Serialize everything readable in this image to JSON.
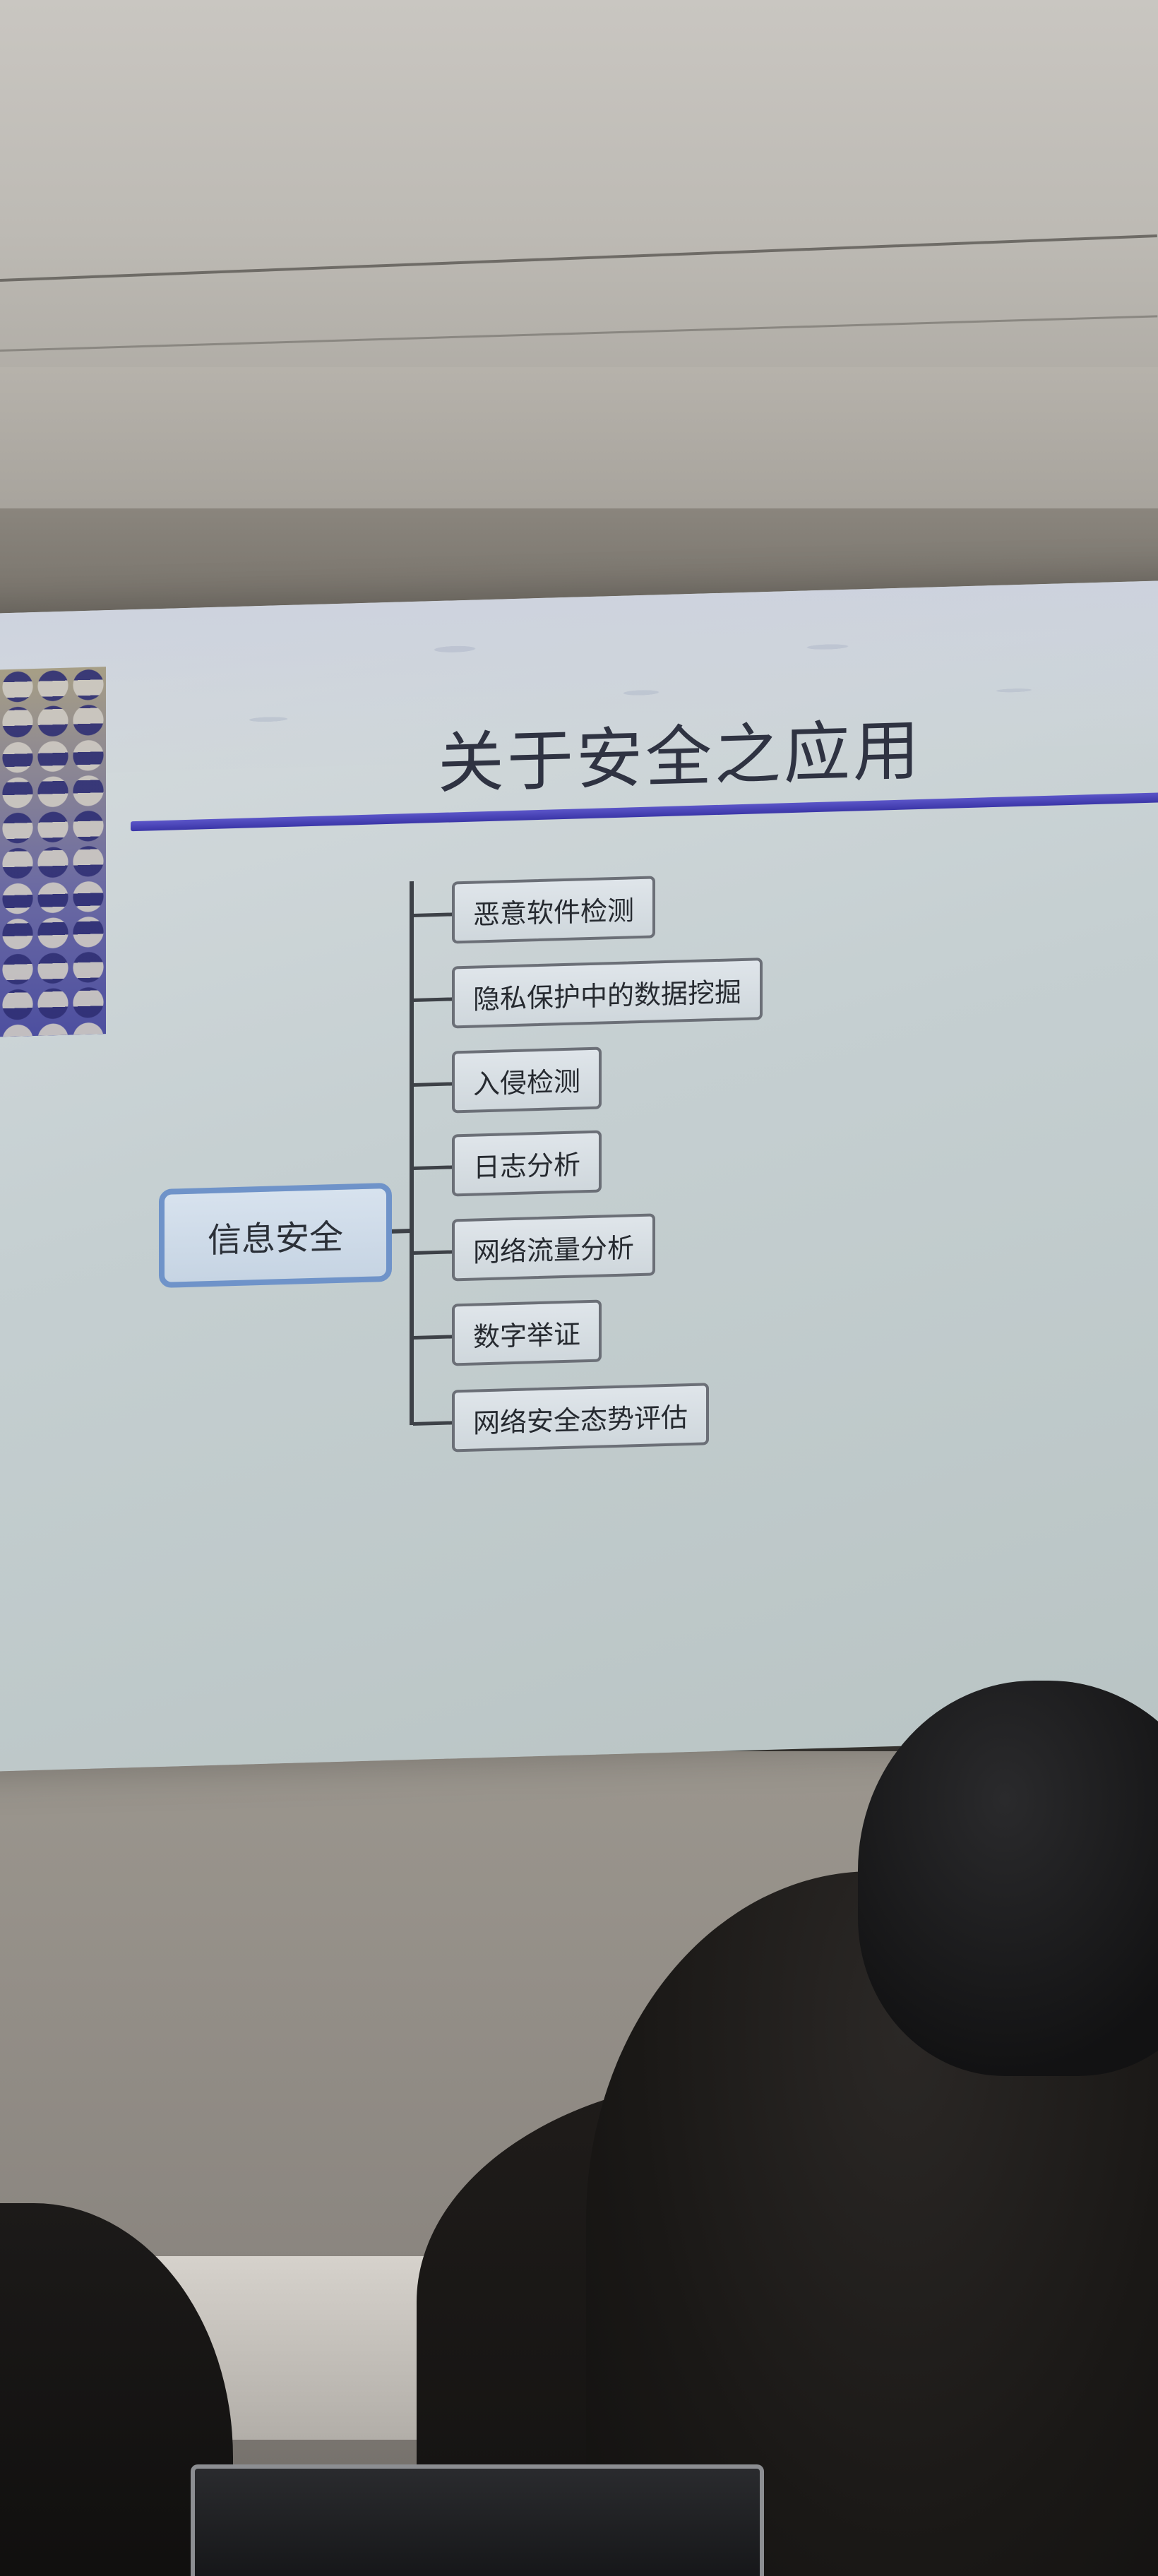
{
  "slide": {
    "title": "关于安全之应用",
    "root": "信息安全",
    "children": [
      "恶意软件检测",
      "隐私保护中的数据挖掘",
      "入侵检测",
      "日志分析",
      "网络流量分析",
      "数字举证",
      "网络安全态势评估"
    ]
  },
  "colors": {
    "title_rule": "#4a44bb",
    "root_border": "#6f93c9",
    "slide_background": "#c8d1d3"
  }
}
